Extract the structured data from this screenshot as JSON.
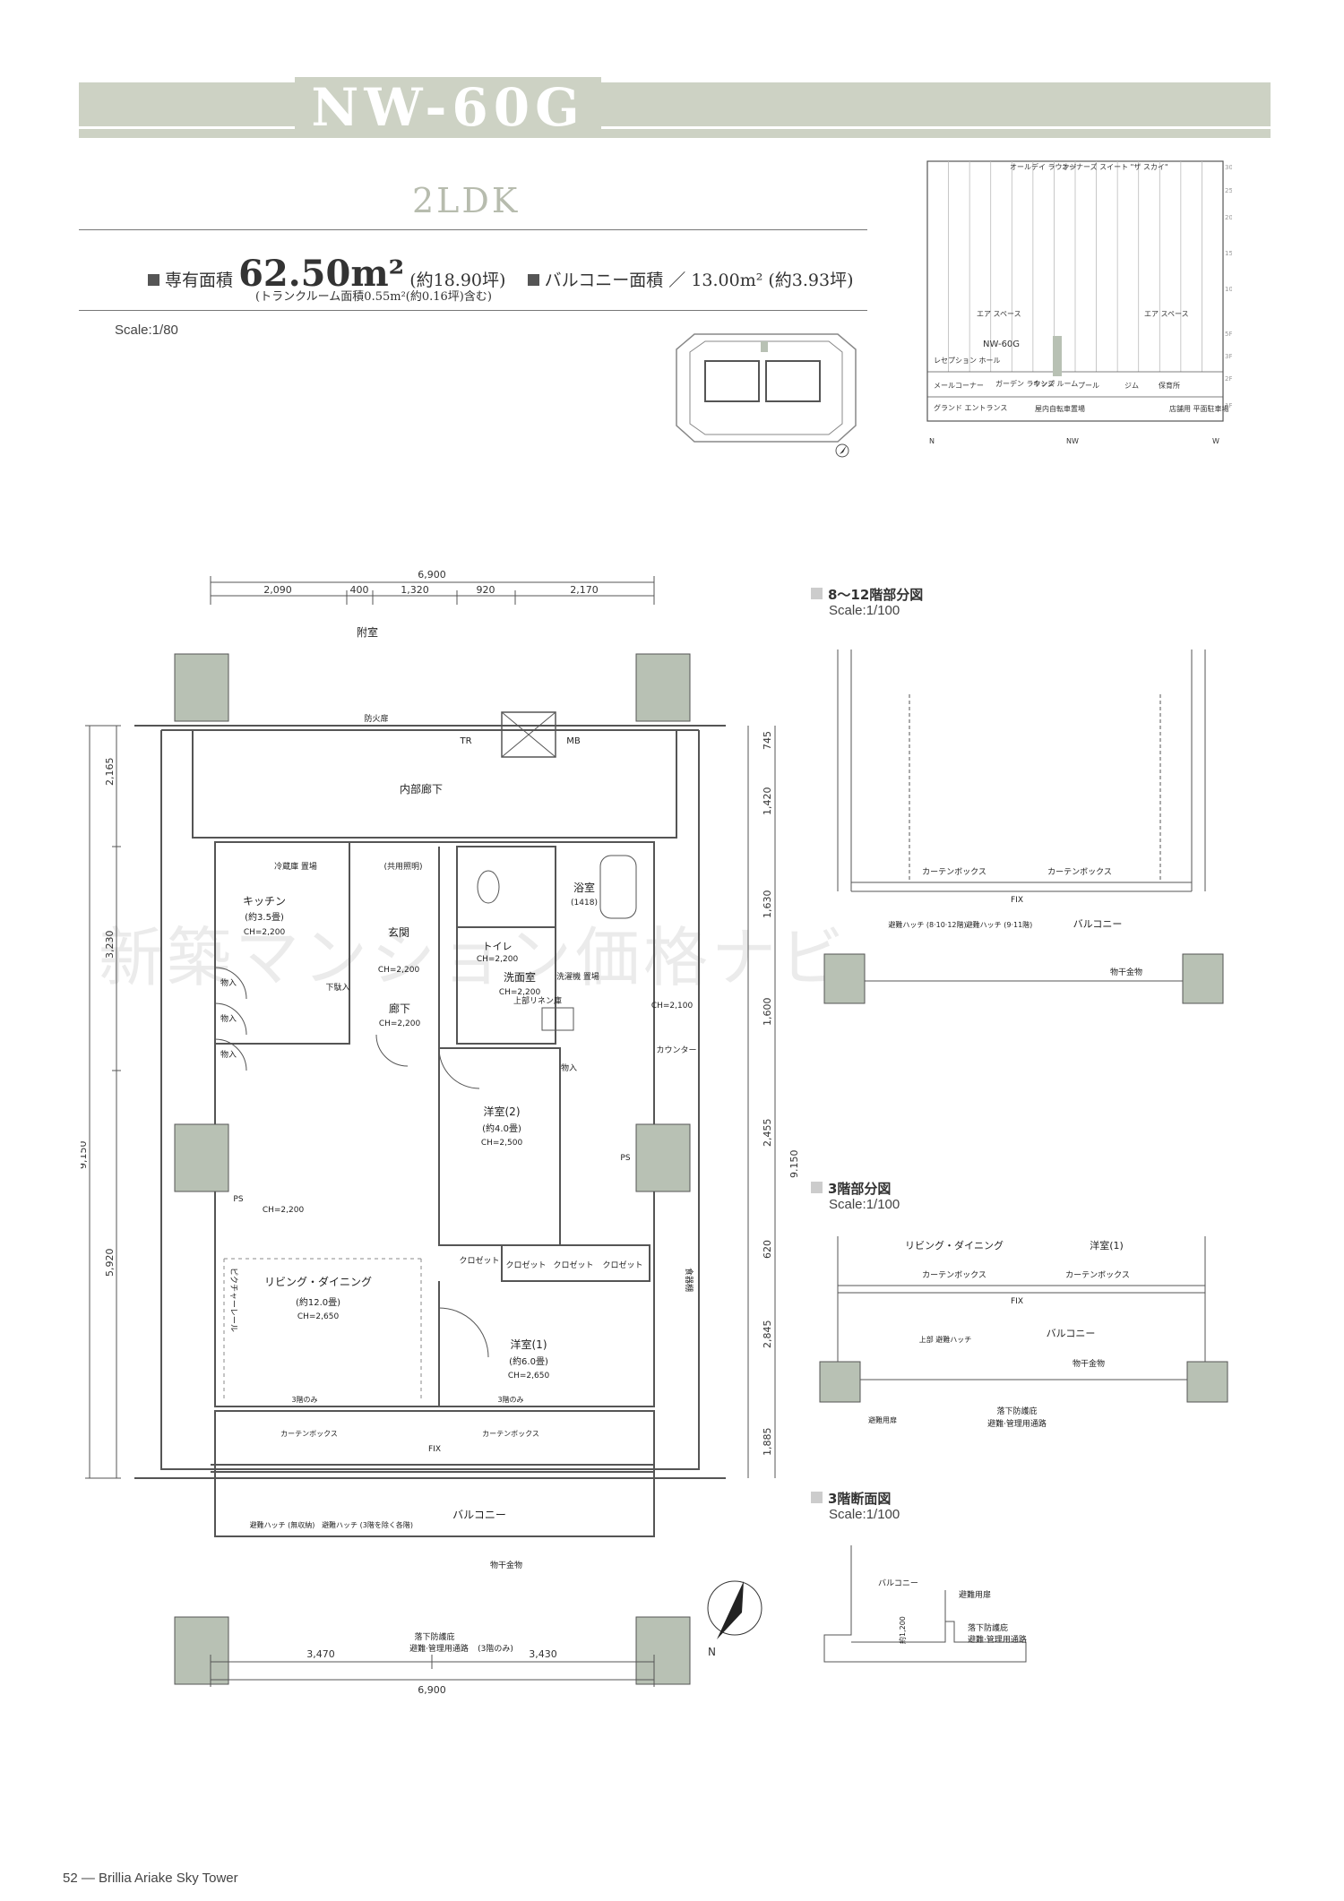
{
  "header": {
    "title": "NW-60G",
    "type": "2LDK",
    "private_area_label": "専有面積",
    "private_area_value": "62.50m²",
    "private_area_tsubo": "(約18.90坪)",
    "private_area_note": "(トランクルーム面積0.55m²(約0.16坪)含む)",
    "balcony_area_label": "バルコニー面積",
    "balcony_area_value": "／ 13.00m² (約3.93坪)",
    "scale": "Scale:1/80"
  },
  "key_plan": {
    "floors": [
      "30F",
      "25F",
      "20F",
      "15F",
      "10F",
      "5F",
      "3F",
      "2F",
      "1F"
    ],
    "labels": {
      "all_day_lounge": "オールデイ ラウンジ",
      "owners_suite": "オーナーズ スイート \"ザ スカイ\"",
      "air_space_left": "エア スペース",
      "air_space_right": "エア スペース",
      "unit": "NW-60G",
      "reception_hall": "レセプション ホール",
      "mail_corner": "メールコーナー",
      "garden_lounge": "ガーデン ラウンジ",
      "kids_room": "キッズ ルーム",
      "pool": "プール",
      "gym": "ジム",
      "guest_room": "保育所",
      "grand_entrance": "グランド エントランス",
      "bike_parking": "屋内自転車置場",
      "shop_parking": "店舗用 平面駐車場",
      "bottom_left": "N",
      "bottom_center": "NW",
      "bottom_right": "W"
    }
  },
  "dimensions": {
    "top_total": "6,900",
    "top_parts": [
      "2,090",
      "400",
      "1,320",
      "920",
      "2,170"
    ],
    "bottom_parts": [
      "3,470",
      "3,430"
    ],
    "bottom_total": "6,900",
    "left_outer": [
      "2,165",
      "3,230",
      "9,150",
      "5,920"
    ],
    "right_outer": [
      "745",
      "1,420",
      "1,630",
      "1,600",
      "2,455",
      "9,150",
      "620",
      "2,845",
      "1,885"
    ]
  },
  "rooms": {
    "corridor_outside": "附室",
    "fire_door": "防火扉",
    "tr": "TR",
    "mb": "MB",
    "inner_corridor": "内部廊下",
    "kitchen": "キッチン",
    "kitchen_size": "(約3.5畳)",
    "kitchen_ch": "CH=2,200",
    "fridge": "冷蔵庫 置場",
    "shared_light": "(共用照明)",
    "entrance": "玄関",
    "entrance_ch": "CH=2,200",
    "hallway": "廊下",
    "hallway_ch": "CH=2,200",
    "toilet": "トイレ",
    "toilet_ch": "CH=2,200",
    "bath": "浴室",
    "bath_size": "(1418)",
    "washroom": "洗面室",
    "washroom_ch": "CH=2,200",
    "laundry": "洗濯機 置場",
    "linen": "上部リネン庫",
    "counter": "カウンター",
    "washroom_ch2": "CH=2,100",
    "shoe_storage": "下駄入",
    "storage": "物入",
    "western2": "洋室(2)",
    "western2_size": "(約4.0畳)",
    "western2_ch": "CH=2,500",
    "living": "リビング・ダイニング",
    "living_size": "(約12.0畳)",
    "living_ch": "CH=2,650",
    "living_ch2": "CH=2,200",
    "western1": "洋室(1)",
    "western1_size": "(約6.0畳)",
    "western1_ch": "CH=2,650",
    "closet": "クロゼット",
    "ps": "PS",
    "curtain_box": "カーテンボックス",
    "third_floor_only": "3階のみ",
    "fix": "FIX",
    "balcony": "バルコニー",
    "hatch1": "避難ハッチ (無収納)",
    "hatch2": "避難ハッチ (3階を除く各階)",
    "clothes_pole": "物干金物",
    "fall_guard": "落下防護庇",
    "evac_route": "避難·管理用通路",
    "third_only_note": "(3階のみ)",
    "picture_rail": "ピクチャーレール",
    "dish_rack": "食器棚"
  },
  "partial_plans": {
    "p1_title": "8〜12階部分図",
    "p1_scale": "Scale:1/100",
    "p1_balcony": "バルコニー",
    "p1_hatch_a": "避難ハッチ (8·10·12階)",
    "p1_hatch_b": "避難ハッチ (9·11階)",
    "p1_curtain": "カーテンボックス",
    "p1_fix": "FIX",
    "p1_pole": "物干金物",
    "p2_title": "3階部分図",
    "p2_scale": "Scale:1/100",
    "p2_living": "リビング・ダイニング",
    "p2_western": "洋室(1)",
    "p2_balcony": "バルコニー",
    "p2_hatch": "上部 避難ハッチ",
    "p2_pole": "物干金物",
    "p2_curtain": "カーテンボックス",
    "p2_fix": "FIX",
    "p2_guard": "落下防護庇",
    "p2_route": "避難·管理用通路",
    "p2_evac_door": "避難用扉",
    "p3_title": "3階断面図",
    "p3_scale": "Scale:1/100",
    "p3_balcony": "バルコニー",
    "p3_door": "避難用扉",
    "p3_height": "約1,200",
    "p3_guard": "落下防護庇",
    "p3_route": "避難·管理用通路"
  },
  "watermark": "新築マンション価格ナビ",
  "footer": "52 — Brillia Ariake Sky Tower",
  "colors": {
    "banner": "#cdd2c4",
    "column": "#b8c1b4",
    "line": "#555555"
  }
}
